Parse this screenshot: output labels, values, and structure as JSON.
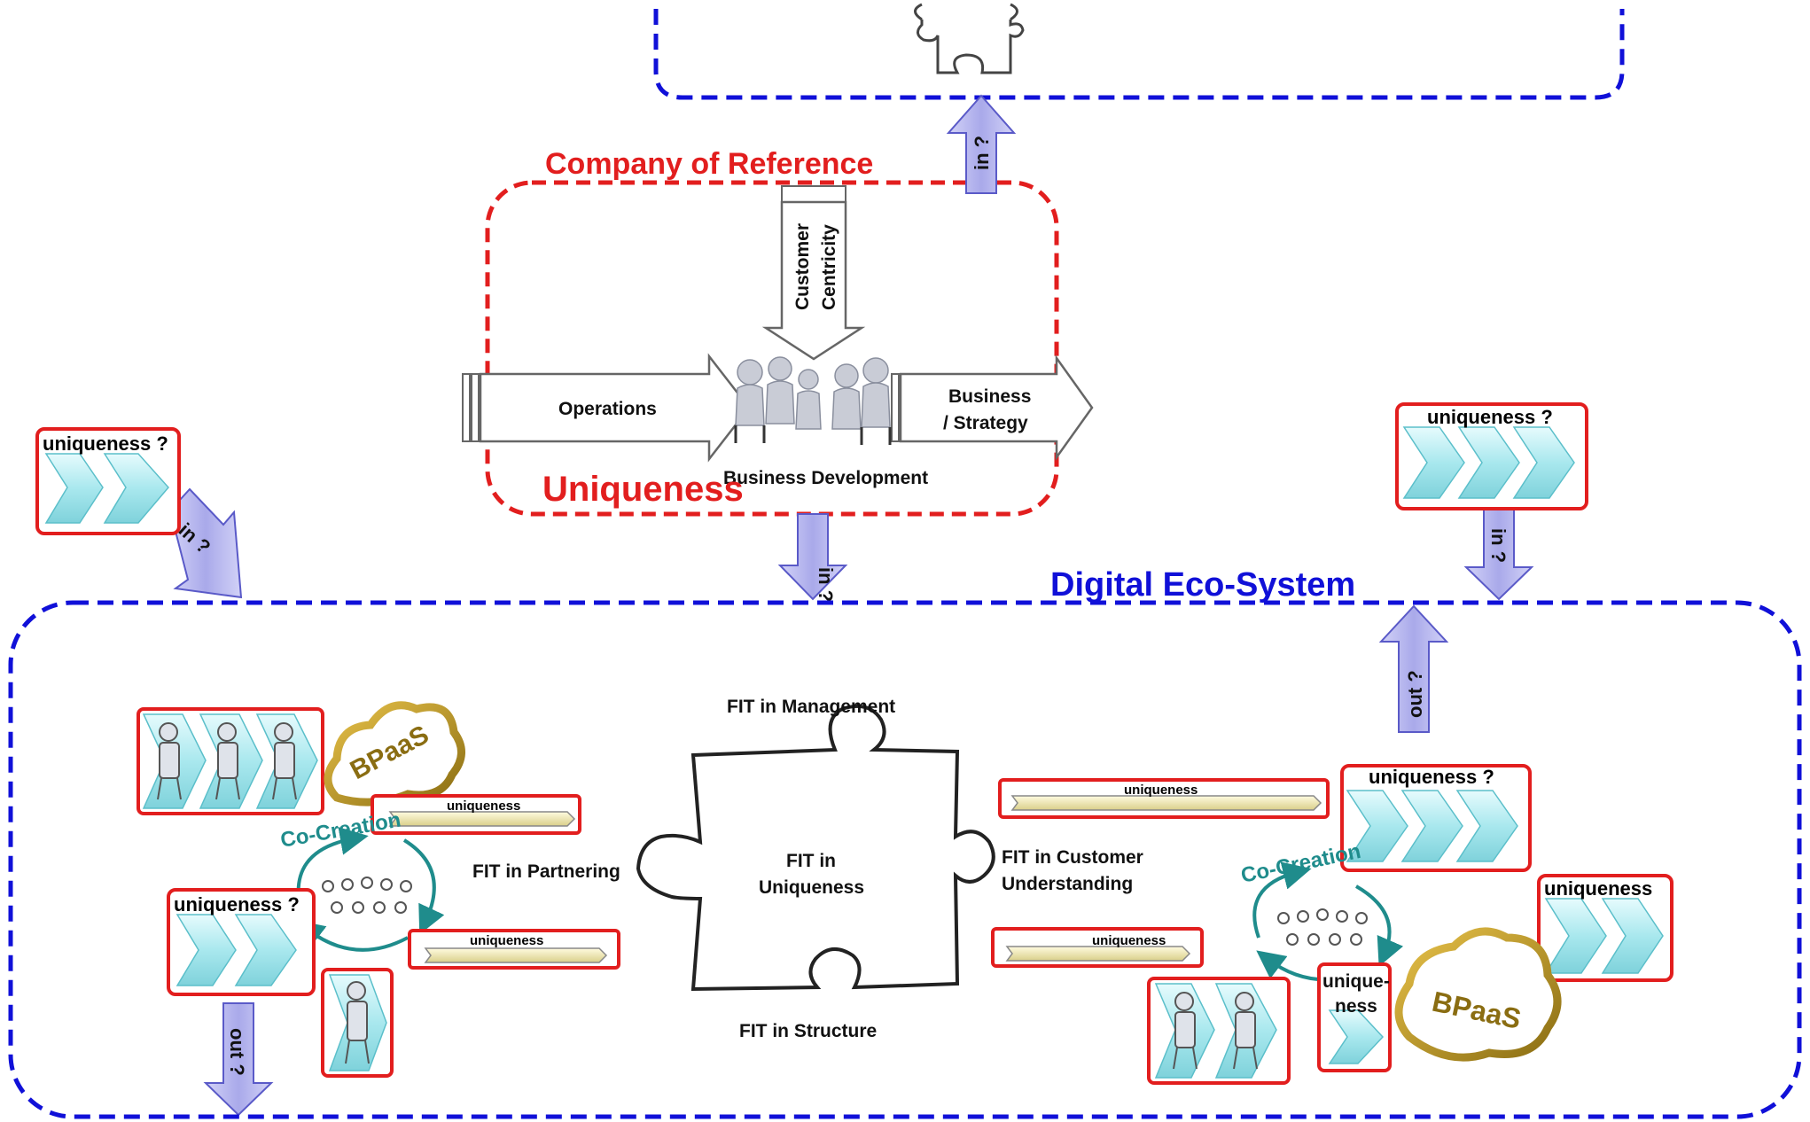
{
  "labels": {
    "company_of_reference": "Company of Reference",
    "uniqueness_title": "Uniqueness",
    "digital_eco_system": "Digital Eco-System",
    "customer_centricity": [
      "Customer",
      "Centricity"
    ],
    "operations": "Operations",
    "business_strategy": [
      "Business",
      "/ Strategy"
    ],
    "business_development": "Business Development",
    "fit_management": "FIT in Management",
    "fit_partnering": "FIT in Partnering",
    "fit_uniqueness": [
      "FIT in",
      "Uniqueness"
    ],
    "fit_customer": [
      "FIT in Customer",
      "Understanding"
    ],
    "fit_structure": "FIT in Structure",
    "co_creation": "Co-Creation",
    "bpaas": "BPaaS",
    "in_q": "in ?",
    "out_q": "out ?",
    "uniqueness_q": "uniqueness ?",
    "uniqueness": "uniqueness",
    "uniqueness_split": [
      "unique-",
      "ness"
    ]
  },
  "colors": {
    "red": "#e21e1e",
    "blue": "#1010d8",
    "arrow_fill": "#b7b7ec",
    "arrow_stroke": "#5a5ac8",
    "chevron": "#bdeff4",
    "gold": "#c9a227",
    "teal": "#1f8c8c"
  }
}
